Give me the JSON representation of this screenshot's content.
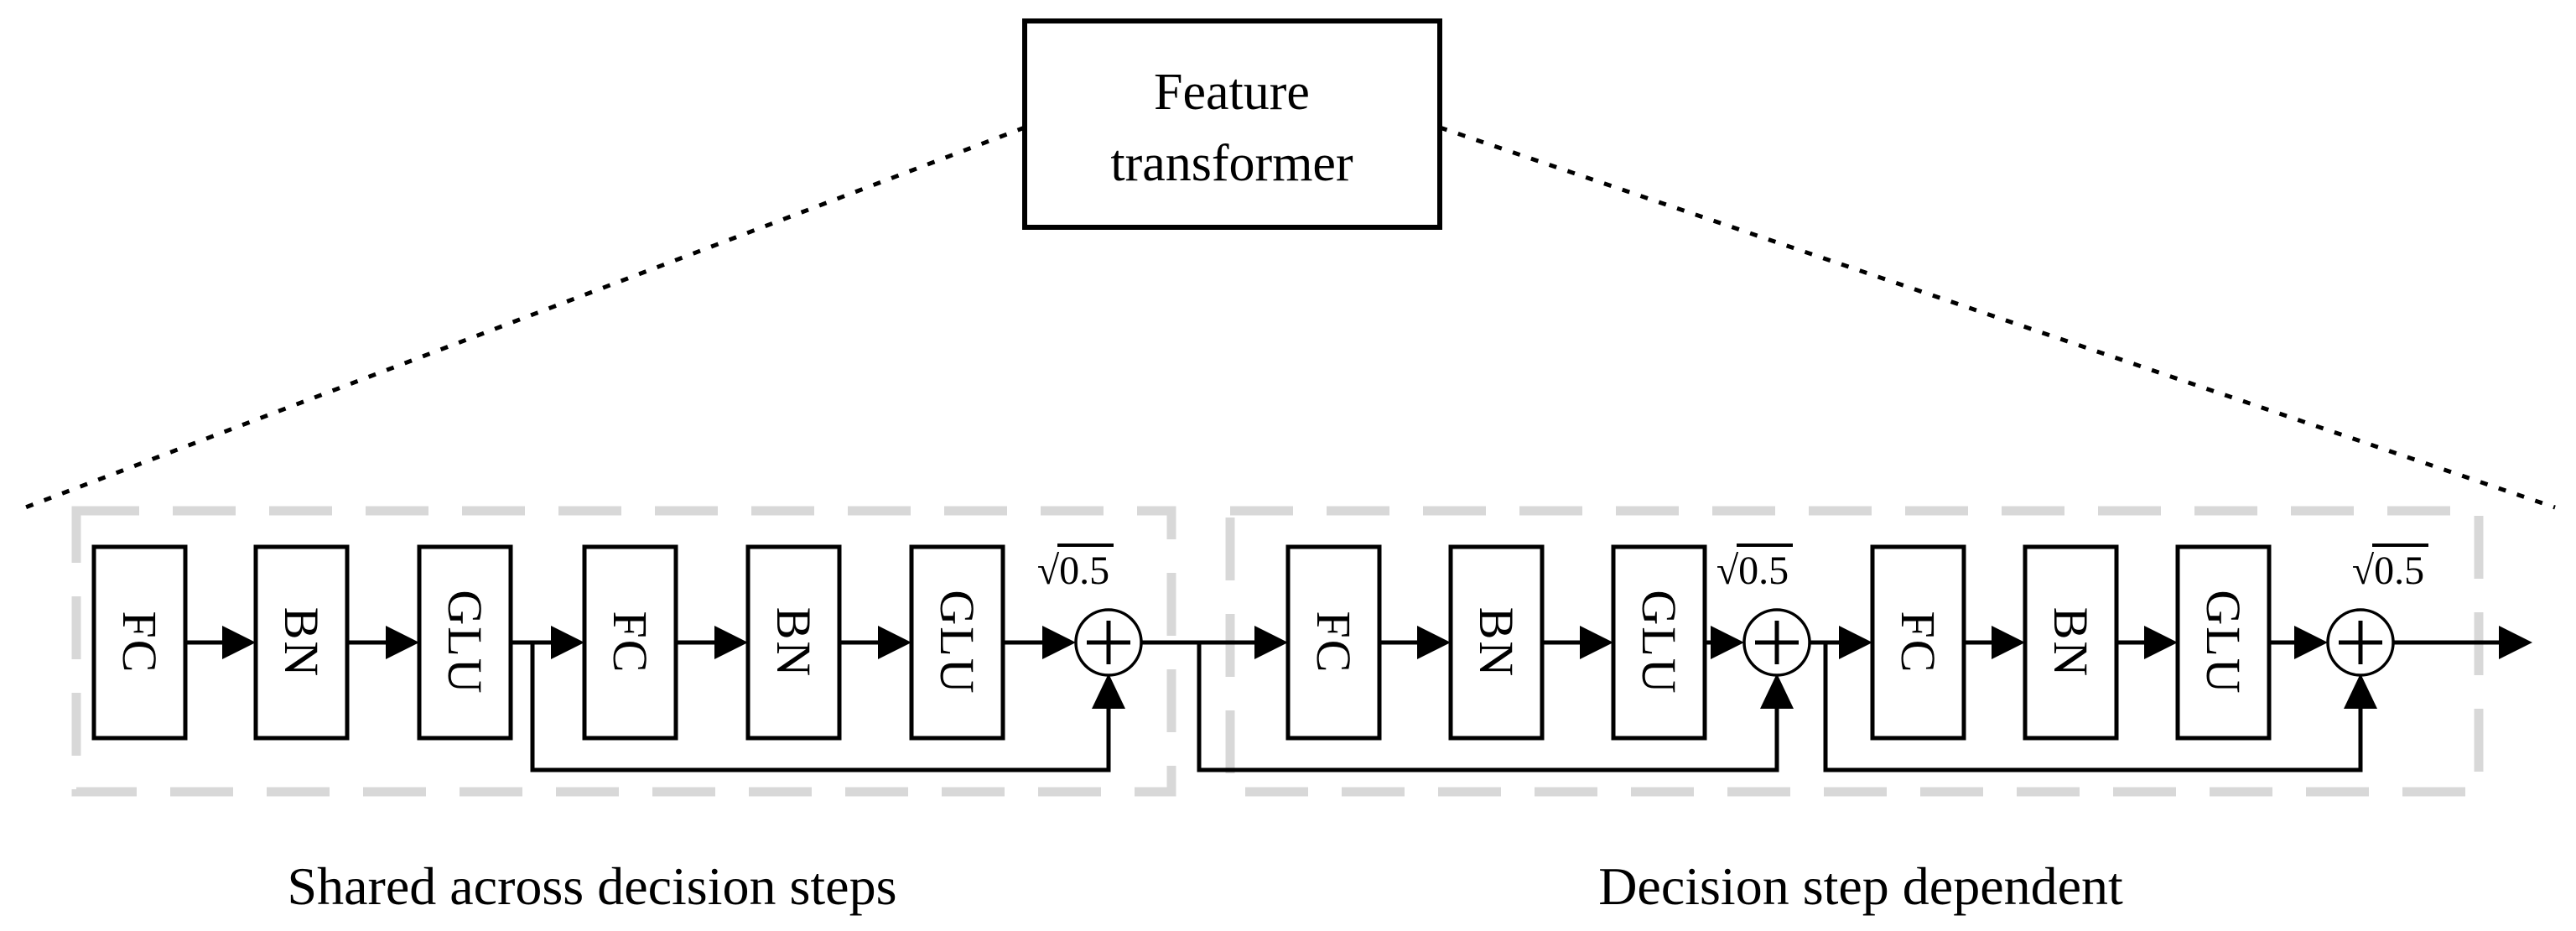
{
  "figure": {
    "title": {
      "line1": "Feature",
      "line2": "transformer"
    },
    "module_labels": {
      "fc": "FC",
      "bn": "BN",
      "glu": "GLU"
    },
    "scale_label": "√0.5",
    "captions": {
      "shared": "Shared across decision steps",
      "dependent": "Decision step dependent"
    },
    "blocks": [
      {
        "name": "shared",
        "caption": "Shared across decision steps",
        "modules": [
          "FC",
          "BN",
          "GLU",
          "FC",
          "BN",
          "GLU"
        ],
        "residual_scale": "√0.5"
      },
      {
        "name": "decision-step-dependent",
        "caption": "Decision step dependent",
        "modules": [
          "FC",
          "BN",
          "GLU",
          "FC",
          "BN",
          "GLU"
        ],
        "residual_scale": "√0.5"
      }
    ],
    "colors": {
      "line": "#000000",
      "dashed_border": "#d8d8d8",
      "box_fill": "#ffffff",
      "background": "#ffffff",
      "text": "#000000"
    }
  }
}
